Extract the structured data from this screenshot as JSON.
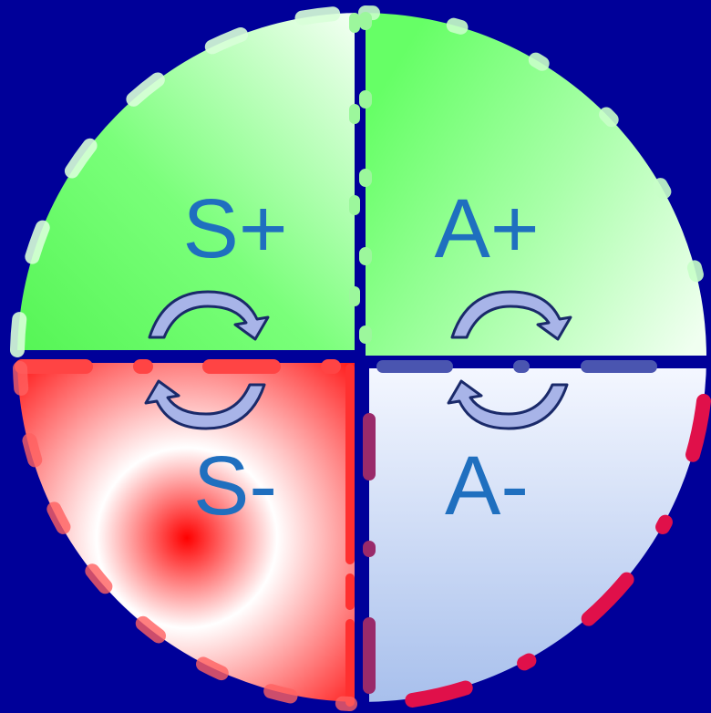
{
  "background_color": "#000099",
  "quadrants": {
    "top_left": {
      "label": "S+",
      "fill": "green-gradient"
    },
    "top_right": {
      "label": "A+",
      "fill": "green-gradient"
    },
    "bottom_left": {
      "label": "S-",
      "fill": "red-radial-gradient"
    },
    "bottom_right": {
      "label": "A-",
      "fill": "pale-blue-gradient"
    }
  },
  "colors": {
    "label_text": "#1f6fbf",
    "green": "#66ff66",
    "red": "#ff0000",
    "pale_blue": "#a9c2ee",
    "arrow_fill": "#a8b4e8",
    "arrow_stroke": "#1a2a6a"
  },
  "icons": {
    "upper_arrows": "clockwise-curved-arrow-icon",
    "lower_arrows": "counterclockwise-curved-arrow-icon"
  }
}
